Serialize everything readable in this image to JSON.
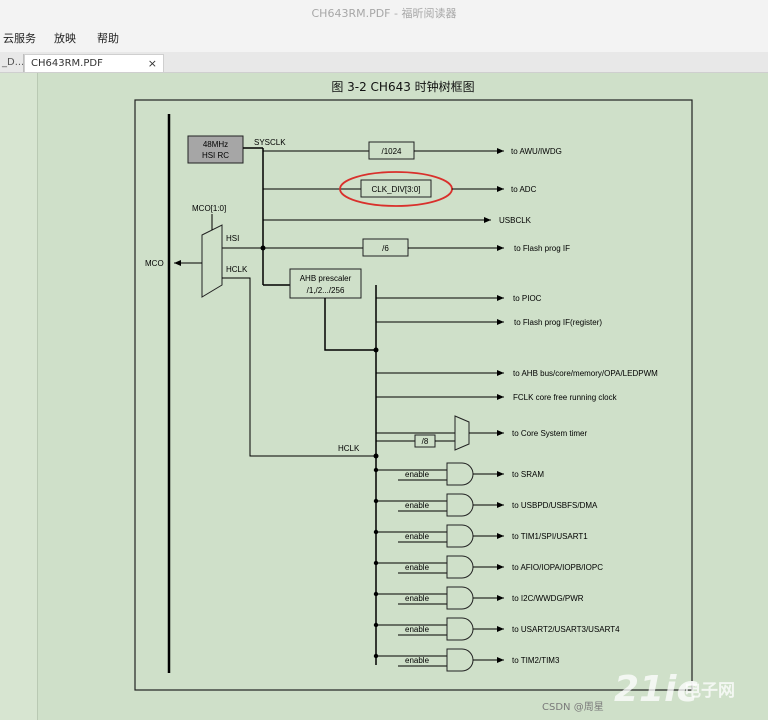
{
  "window": {
    "title": "CH643RM.PDF - 福昕阅读器"
  },
  "menu": {
    "items": [
      "云服务",
      "放映",
      "帮助"
    ]
  },
  "tabs": {
    "prev_label": "_D...",
    "active_label": "CH643RM.PDF",
    "close_glyph": "×"
  },
  "figure": {
    "title": "图 3-2 CH643 时钟树框图",
    "osc_line1": "48MHz",
    "osc_line2": "HSI RC",
    "sysclk": "SYSCLK",
    "mco_sel": "MCO[1:0]",
    "mco": "MCO",
    "hsi": "HSI",
    "hclk_in": "HCLK",
    "div1024": "/1024",
    "clkdiv": "CLK_DIV[3:0]",
    "div6": "/6",
    "ahb_line1": "AHB prescaler",
    "ahb_line2": "/1,/2.../256",
    "div8": "/8",
    "hclk": "HCLK",
    "enable": "enable",
    "out_awu": "to AWU/IWDG",
    "out_adc": "to ADC",
    "out_usbclk": "USBCLK",
    "out_flash": "to Flash prog IF",
    "out_pioc": "to PIOC",
    "out_flashreg": "to Flash prog IF(register)",
    "out_ahb": "to AHB bus/core/memory/OPA/LEDPWM",
    "out_fclk": "FCLK core free running clock",
    "out_systimer": "to Core System timer",
    "gates": [
      "to SRAM",
      "to USBPD/USBFS/DMA",
      "to TIM1/SPI/USART1",
      "to AFIO/IOPA/IOPB/IOPC",
      "to I2C/WWDG/PWR",
      "to USART2/USART3/USART4",
      "to TIM2/TIM3"
    ]
  },
  "watermark": {
    "csdn": "CSDN @周星",
    "site": "21ic",
    "site_cn": "电子网"
  },
  "colors": {
    "highlight": "#d9302c",
    "page_bg": "#cfe0c9",
    "box_fill": "#a6a6a6"
  }
}
